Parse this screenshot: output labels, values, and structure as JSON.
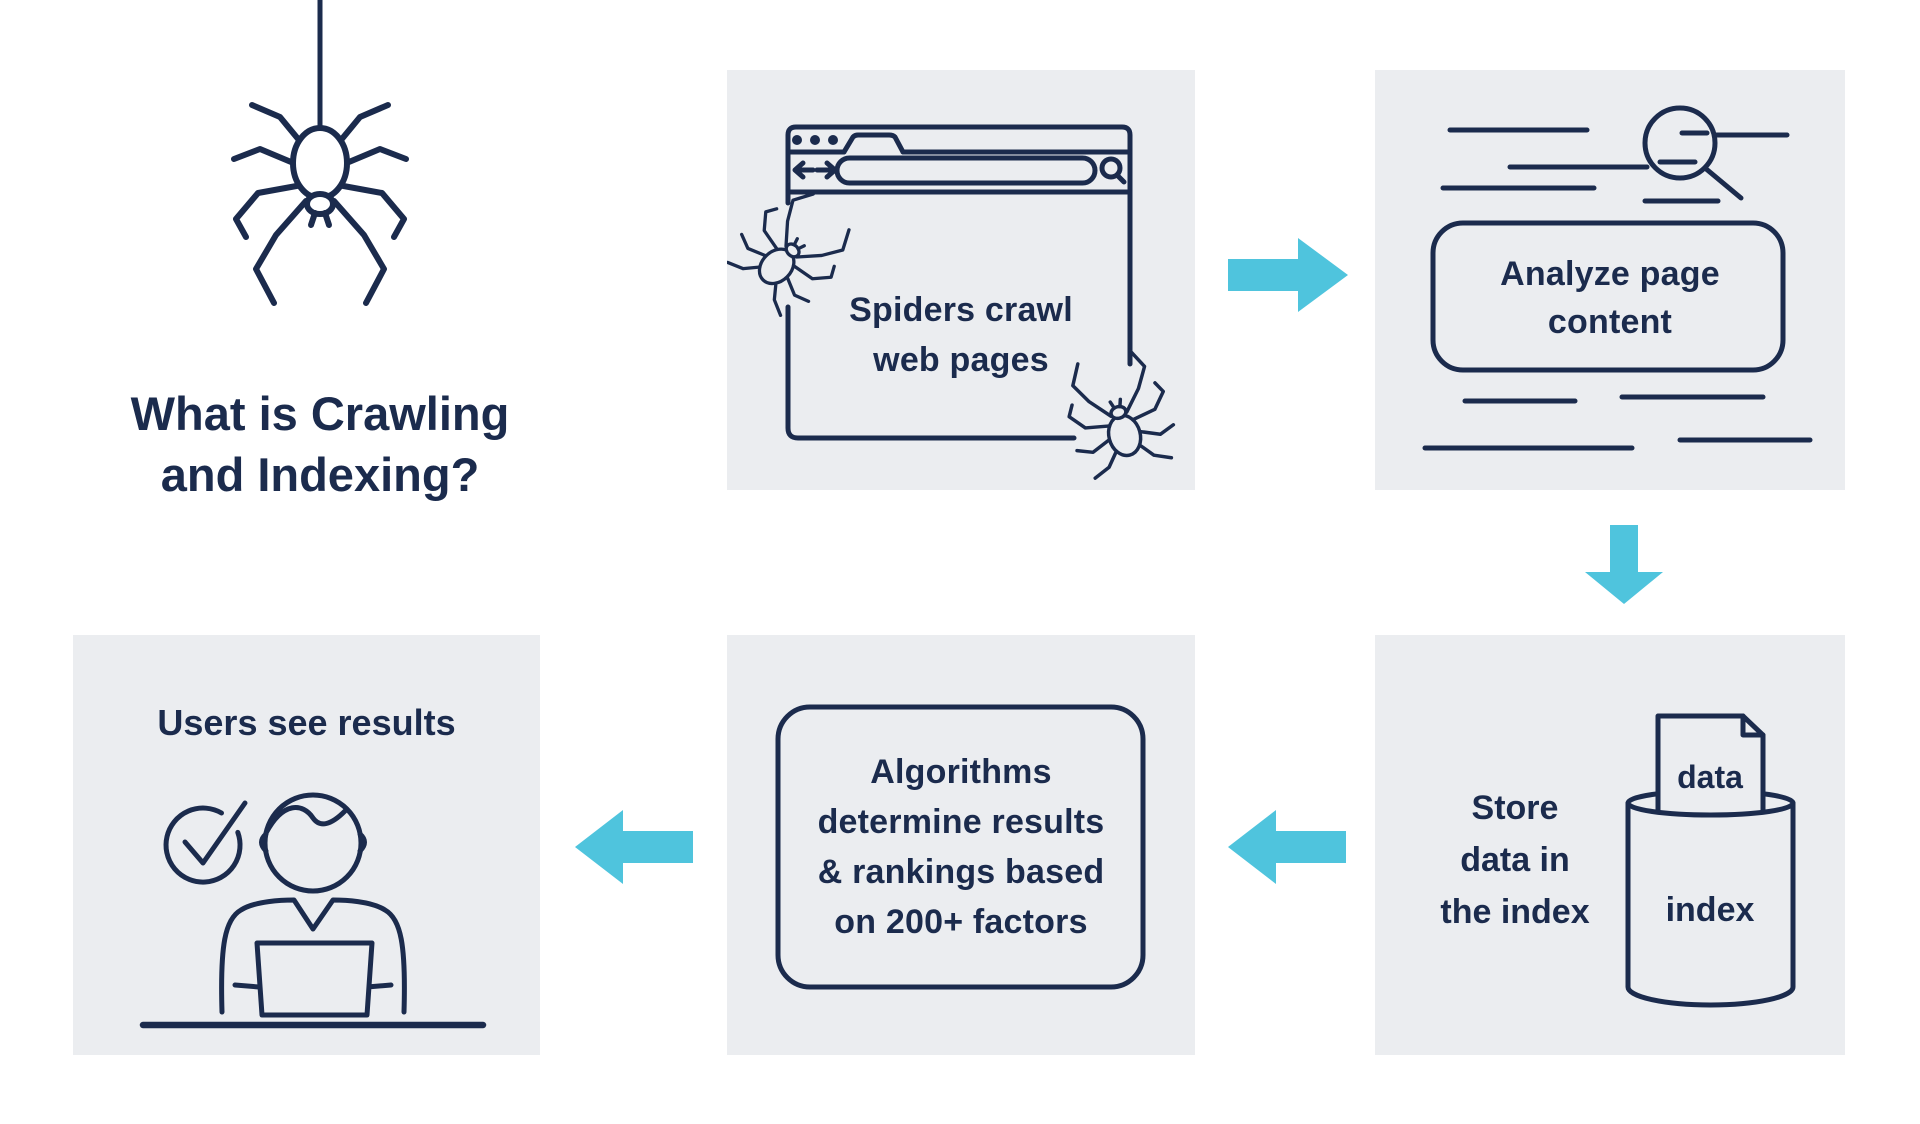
{
  "colors": {
    "background": "#ffffff",
    "panel": "#ebedf0",
    "ink": "#1b2b4d",
    "arrow": "#4fc4dd"
  },
  "title": {
    "lines": [
      "What is Crawling",
      "and Indexing?"
    ]
  },
  "panels": {
    "crawl": {
      "caption_lines": [
        "Spiders crawl",
        "web pages"
      ]
    },
    "analyze": {
      "caption_lines": [
        "Analyze page",
        "content"
      ]
    },
    "store": {
      "caption_lines": [
        "Store",
        "data in",
        "the index"
      ],
      "document_label": "data",
      "cylinder_label": "index"
    },
    "algorithms": {
      "caption_lines": [
        "Algorithms",
        "determine results",
        "& rankings based",
        "on 200+ factors"
      ]
    },
    "results": {
      "heading": "Users see results"
    }
  },
  "icons": [
    "spider-icon",
    "spider-thread-icon",
    "browser-window-icon",
    "magnifier-icon",
    "text-lines-icon",
    "document-icon",
    "index-cylinder-icon",
    "rounded-label-box",
    "checkmark-circle-icon",
    "person-at-laptop-icon",
    "flow-arrow-right-icon",
    "flow-arrow-down-icon",
    "flow-arrow-left-icon"
  ]
}
